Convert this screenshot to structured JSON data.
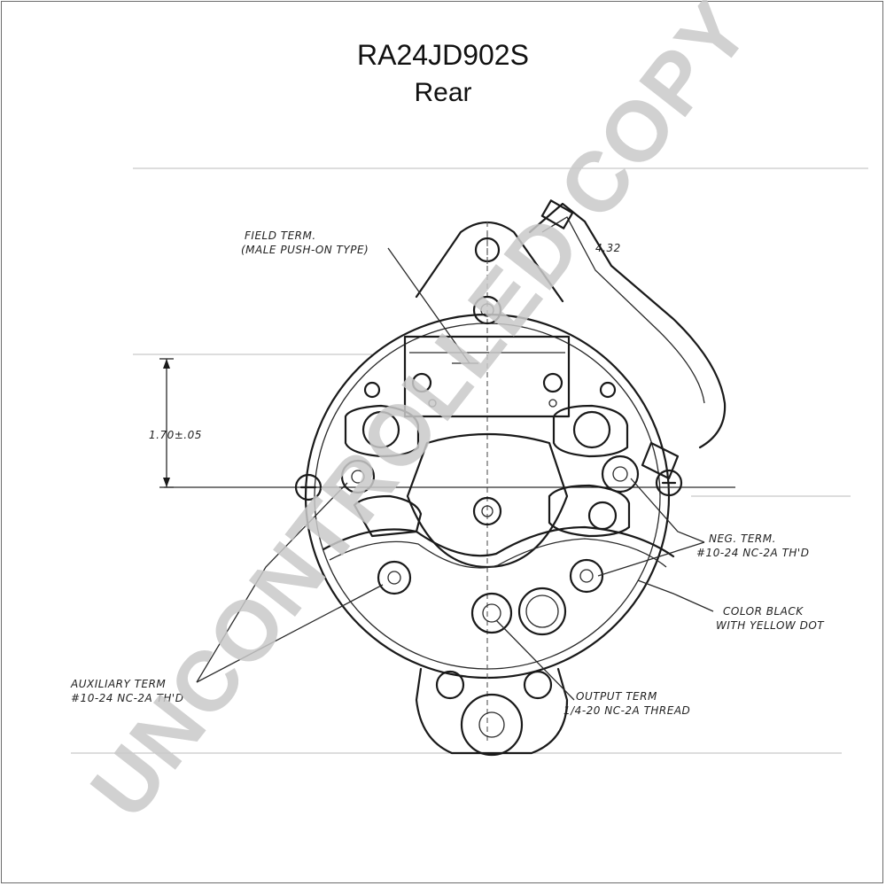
{
  "header": {
    "part_number": "RA24JD902S",
    "view": "Rear"
  },
  "dimensions": {
    "height_dim": "1.70±.05",
    "corner_dim": "4.32"
  },
  "labels": {
    "field_term_line1": "FIELD TERM.",
    "field_term_line2": "(MALE PUSH-ON TYPE)",
    "neg_term_line1": "NEG. TERM.",
    "neg_term_line2": "#10-24 NC-2A TH'D",
    "color_line1": "COLOR BLACK",
    "color_line2": "WITH YELLOW DOT",
    "aux_term_line1": "AUXILIARY TERM",
    "aux_term_line2": "#10-24 NC-2A TH'D",
    "output_term_line1": "OUTPUT TERM",
    "output_term_line2": "1/4-20 NC-2A THREAD"
  },
  "watermark": {
    "text": "UNCONTROLLED COPY"
  },
  "colors": {
    "ink": "#1a1a1a",
    "watermark": "#c9c9c9",
    "frame": "#6b6b6b"
  }
}
